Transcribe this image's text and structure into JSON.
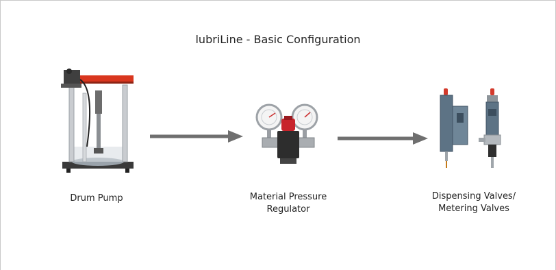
{
  "diagram": {
    "title": "lubriLine - Basic Configuration",
    "nodes": [
      {
        "id": "drum-pump",
        "label_lines": [
          "Drum Pump"
        ]
      },
      {
        "id": "material-pressure-regulator",
        "label_lines": [
          "Material Pressure",
          "Regulator"
        ]
      },
      {
        "id": "dispensing-valves",
        "label_lines": [
          "Dispensing Valves/",
          "Metering Valves"
        ]
      }
    ],
    "edges": [
      {
        "from": "drum-pump",
        "to": "material-pressure-regulator"
      },
      {
        "from": "material-pressure-regulator",
        "to": "dispensing-valves"
      }
    ],
    "colors": {
      "arrow": "#6f6f6f",
      "pump_accent": "#d9361e",
      "frame": "#bfc3c8",
      "valve_body": "#5d7385"
    }
  }
}
